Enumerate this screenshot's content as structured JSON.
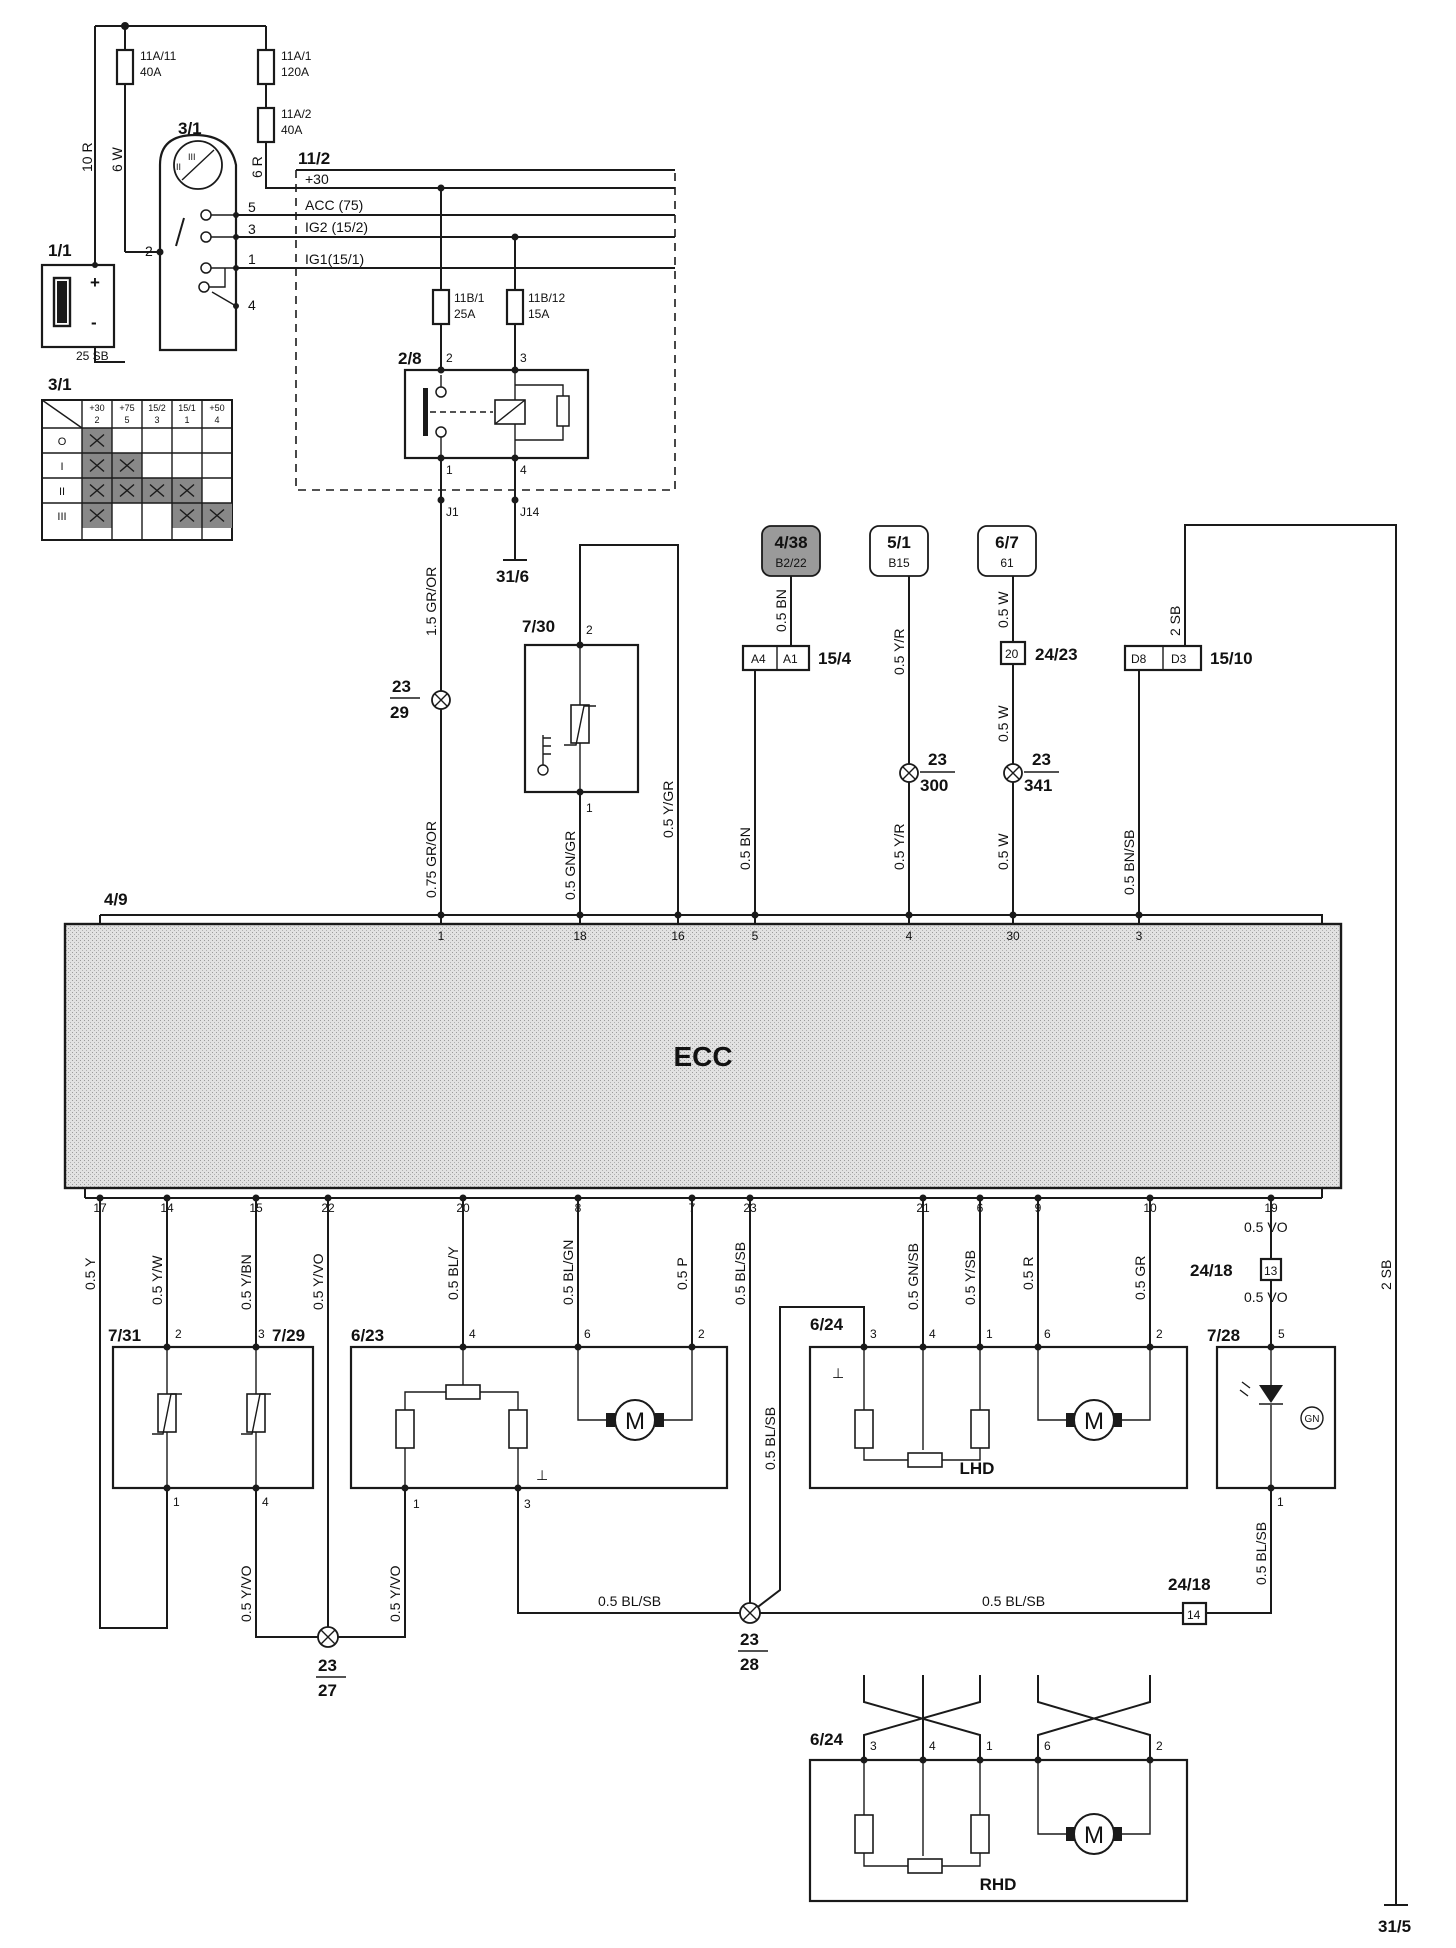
{
  "refs": {
    "battery": "1/1",
    "ignition_switch": "3/1",
    "switch_table": "3/1",
    "power_bus": "11/2",
    "relay": "2/8",
    "ground_top": "31/6",
    "sensor_7_30": "7/30",
    "conn_4_38": "4/38",
    "conn_4_38_pin": "B2/22",
    "conn_5_1": "5/1",
    "conn_5_1_pin": "B15",
    "conn_6_7": "6/7",
    "conn_6_7_pin": "61",
    "conn_15_4": "15/4",
    "conn_24_23": "24/23",
    "conn_15_10": "15/10",
    "ecc_ref": "4/9",
    "sensor_7_31": "7/31",
    "sensor_7_29": "7/29",
    "motor_6_23": "6/23",
    "motor_6_24": "6/24",
    "motor_6_24_rhd": "6/24",
    "led_7_28": "7/28",
    "conn_24_18_top": "24/18",
    "conn_24_18_bottom": "24/18",
    "ground_bottom": "31/5"
  },
  "fuses": [
    {
      "id": "11A/11",
      "rating": "40A"
    },
    {
      "id": "11A/1",
      "rating": "120A"
    },
    {
      "id": "11A/2",
      "rating": "40A"
    },
    {
      "id": "11B/1",
      "rating": "25A"
    },
    {
      "id": "11B/12",
      "rating": "15A"
    }
  ],
  "bus_lines": [
    "+30",
    "ACC (75)",
    "IG2 (15/2)",
    "IG1(15/1)"
  ],
  "switch_pins": [
    "5",
    "3",
    "1",
    "4",
    "2"
  ],
  "switch_table": {
    "header": [
      "+30\n2",
      "+75\n5",
      "15/2\n3",
      "15/1\n1",
      "+50\n4"
    ],
    "rows": [
      "O",
      "I",
      "II",
      "III"
    ]
  },
  "relay_pins": [
    "2",
    "3",
    "1",
    "4"
  ],
  "junctions": [
    "J1",
    "J14"
  ],
  "splices": [
    {
      "top": "23",
      "bottom": "29"
    },
    {
      "top": "23",
      "bottom": "300"
    },
    {
      "top": "23",
      "bottom": "341"
    },
    {
      "top": "23",
      "bottom": "27"
    },
    {
      "top": "23",
      "bottom": "28"
    }
  ],
  "connector_pins": {
    "c15_4": [
      "A4",
      "A1"
    ],
    "c24_23": [
      "20"
    ],
    "c15_10": [
      "D8",
      "D3"
    ],
    "c24_18_top": "13",
    "c24_18_bottom": "14"
  },
  "wires": {
    "w10r": "10 R",
    "w6w": "6 W",
    "w6r": "6 R",
    "w25sb": "25 SB",
    "w15gror": "1.5 GR/OR",
    "w075gror": "0.75 GR/OR",
    "w05gngr": "0.5 GN/GR",
    "w05ygr": "0.5 Y/GR",
    "w05bn_top": "0.5 BN",
    "w05bn": "0.5 BN",
    "w05yr_top": "0.5 Y/R",
    "w05yr": "0.5 Y/R",
    "w05w_top": "0.5 W",
    "w05w_mid": "0.5 W",
    "w05w": "0.5 W",
    "w2sb_top": "2 SB",
    "w05bnsb": "0.5 BN/SB",
    "w2sb_right": "2 SB",
    "w05y": "0.5 Y",
    "w05yw": "0.5 Y/W",
    "w05ybn": "0.5 Y/BN",
    "w05yvo": "0.5 Y/VO",
    "w05bly": "0.5 BL/Y",
    "w05blgn": "0.5 BL/GN",
    "w05p": "0.5 P",
    "w05blsb_v": "0.5 BL/SB",
    "w05blsb_v2": "0.5 BL/SB",
    "w05gnsb": "0.5 GN/SB",
    "w05ysb": "0.5 Y/SB",
    "w05r": "0.5 R",
    "w05gr": "0.5 GR",
    "w05vo_top": "0.5 VO",
    "w05vo_mid": "0.5 VO",
    "w05blsb_led": "0.5 BL/SB",
    "w05yvo_l": "0.5 Y/VO",
    "w05yvo_r": "0.5 Y/VO",
    "w05blsb_h1": "0.5 BL/SB",
    "w05blsb_h2": "0.5 BL/SB"
  },
  "ecc": {
    "label": "ECC",
    "top_pins": [
      "1",
      "18",
      "16",
      "5",
      "4",
      "30",
      "3"
    ],
    "bottom_pins": [
      "17",
      "14",
      "15",
      "22",
      "20",
      "8",
      "7",
      "23",
      "21",
      "6",
      "9",
      "10",
      "19"
    ]
  },
  "component_pins": {
    "s7_31": [
      "2",
      "1"
    ],
    "s7_29": [
      "3",
      "4"
    ],
    "m6_23": [
      "4",
      "6",
      "2",
      "1",
      "3"
    ],
    "m6_24": [
      "3",
      "4",
      "1",
      "6",
      "2"
    ],
    "m6_24_rhd": [
      "3",
      "4",
      "1",
      "6",
      "2"
    ],
    "led": [
      "5",
      "1"
    ],
    "s7_30": [
      "2",
      "1"
    ]
  },
  "variant_labels": {
    "lhd": "LHD",
    "rhd": "RHD"
  },
  "symbols": {
    "motor": "M",
    "ground": "⊥",
    "battery_plus": "+",
    "battery_minus": "-",
    "led_color": "GN"
  }
}
